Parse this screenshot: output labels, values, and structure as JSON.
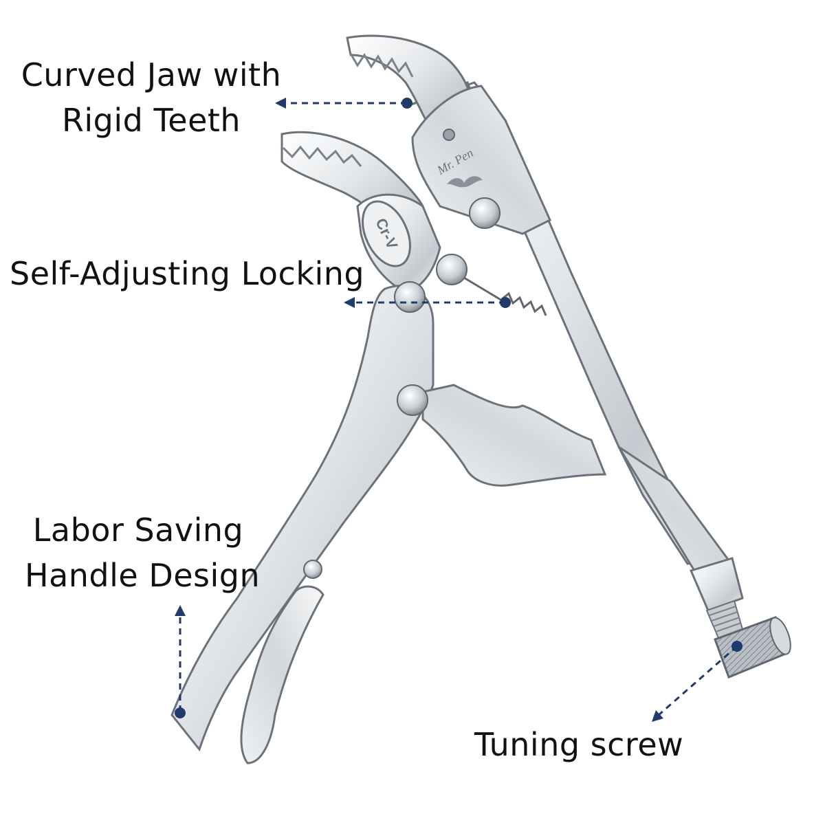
{
  "labels": {
    "jaw": {
      "line1": "Curved Jaw with",
      "line2": "Rigid Teeth"
    },
    "lock": {
      "line1": "Self-Adjusting Locking"
    },
    "handle": {
      "line1": "Labor Saving",
      "line2": "Handle Design"
    },
    "screw": {
      "line1": "Tuning screw"
    }
  },
  "brand": {
    "logo_text": "Mr. Pen",
    "material_mark": "Cr-V"
  },
  "colors": {
    "accent": "#1f3a6b",
    "metal_light": "#f2f4f6",
    "metal_mid": "#c9ced4",
    "metal_dark": "#8a9199",
    "outline": "#5f666e",
    "text": "#111111"
  }
}
